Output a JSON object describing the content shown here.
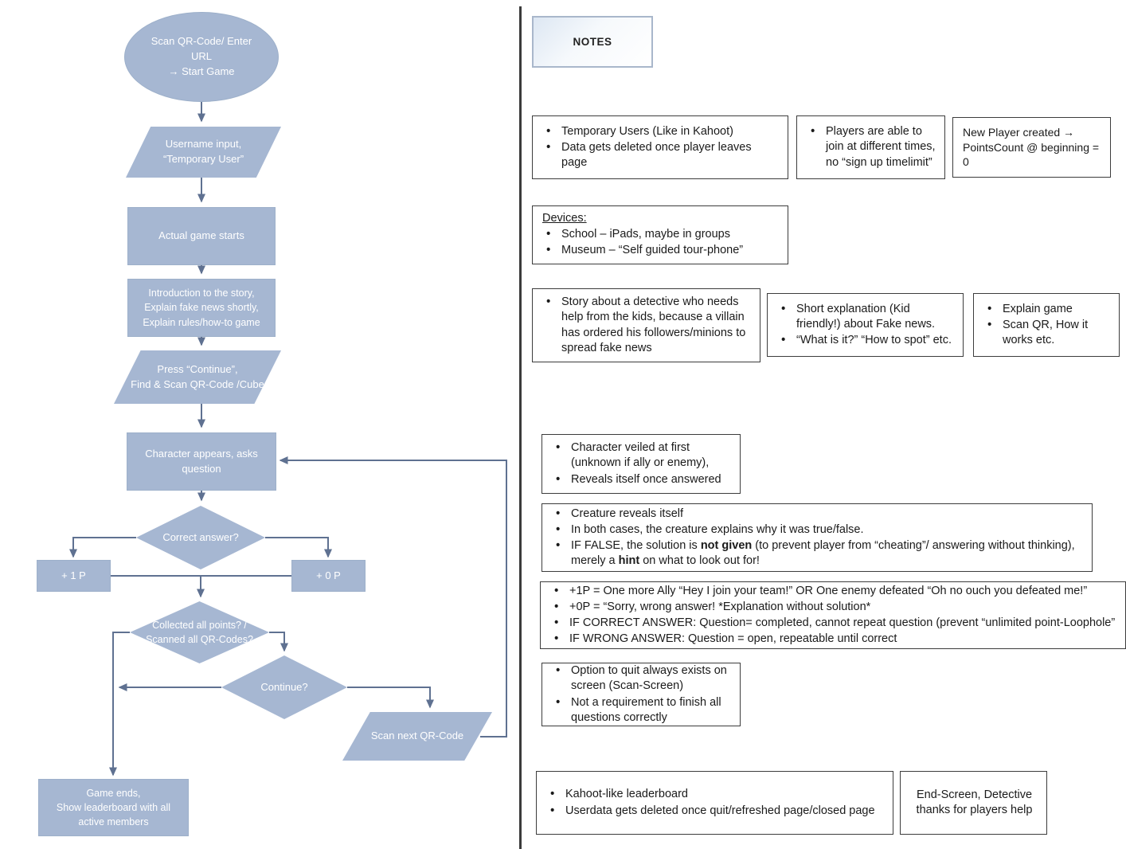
{
  "colors": {
    "shape_fill": "#a6b7d2",
    "shape_text": "#ffffff",
    "connector": "#5f7191",
    "note_border": "#3c3c3c",
    "divider": "#3b3b3b"
  },
  "flow": {
    "start": {
      "label": "Scan QR-Code/ Enter URL\n→ Start Game"
    },
    "username": {
      "label": "Username input,\n“Temporary User”"
    },
    "game_starts": {
      "label": "Actual game starts"
    },
    "introduction": {
      "label": "Introduction to the story,\nExplain fake news shortly,\nExplain rules/how-to game"
    },
    "press_continue": {
      "label": "Press “Continue”,\nFind & Scan QR-Code /Cube"
    },
    "character": {
      "label": "Character appears, asks\nquestion"
    },
    "correct_answer": {
      "label": "Correct answer?"
    },
    "plus_one": {
      "label": "+ 1 P"
    },
    "plus_zero": {
      "label": "+ 0 P"
    },
    "collected": {
      "label": "Collected all points? /\nScanned all QR-Codes?"
    },
    "continue_q": {
      "label": "Continue?"
    },
    "scan_next": {
      "label": "Scan next QR-Code"
    },
    "game_ends": {
      "label": "Game ends,\nShow leaderboard with all\nactive members"
    }
  },
  "notes": {
    "title": "NOTES",
    "boxes": {
      "temporary_users": {
        "items": [
          [
            "Temporary Users (Like in Kahoot)"
          ],
          [
            "Data gets deleted once player leaves page"
          ]
        ]
      },
      "join_times": {
        "items": [
          [
            "Players are able to join at different times, no “sign up timelimit”"
          ]
        ]
      },
      "new_player": {
        "text": "New Player created →\nPointsCount @ beginning = 0"
      },
      "devices": {
        "title": "Devices:",
        "items": [
          [
            "School – iPads, maybe in groups"
          ],
          [
            "Museum – “Self guided tour-phone”"
          ]
        ]
      },
      "story_detective": {
        "items": [
          [
            "Story about a detective who needs help from the kids, because a villain has ordered his followers/minions to spread fake news"
          ]
        ]
      },
      "short_explanation": {
        "items": [
          [
            "Short explanation (Kid friendly!) about Fake news."
          ],
          [
            "“What is it?” “How to spot” etc."
          ]
        ]
      },
      "explain_game": {
        "items": [
          [
            "Explain game"
          ],
          [
            "Scan QR, How it works etc."
          ]
        ]
      },
      "veiled": {
        "items": [
          [
            "Character veiled at first (unknown if ally or enemy),"
          ],
          [
            "Reveals itself once answered"
          ]
        ]
      },
      "creature": {
        "items": [
          [
            "Creature reveals itself"
          ],
          [
            "In both cases, the creature explains why it was true/false."
          ],
          [
            "IF FALSE, the solution is ",
            {
              "b": "not given"
            },
            " (to prevent player from “cheating”/ answering without thinking), merely a ",
            {
              "b": "hint"
            },
            " on what to look out for!"
          ]
        ]
      },
      "points_rules": {
        "items": [
          [
            "+1P = One more Ally “Hey I join your team!” OR One enemy defeated “Oh no ouch you defeated me!”"
          ],
          [
            "+0P = “Sorry, wrong answer! *Explanation without solution*"
          ],
          [
            "IF CORRECT ANSWER: Question= completed, cannot repeat question (prevent “unlimited point-Loophole”"
          ],
          [
            "IF WRONG ANSWER: Question = open, repeatable until correct"
          ]
        ]
      },
      "quit_option": {
        "items": [
          [
            "Option to quit always exists on screen (Scan-Screen)"
          ],
          [
            "Not a requirement to finish all questions correctly"
          ]
        ]
      },
      "leaderboard": {
        "items": [
          [
            "Kahoot-like leaderboard"
          ],
          [
            "Userdata gets deleted once quit/refreshed page/closed page"
          ]
        ]
      },
      "end_screen": {
        "text": "End-Screen, Detective\nthanks for players help"
      }
    }
  }
}
